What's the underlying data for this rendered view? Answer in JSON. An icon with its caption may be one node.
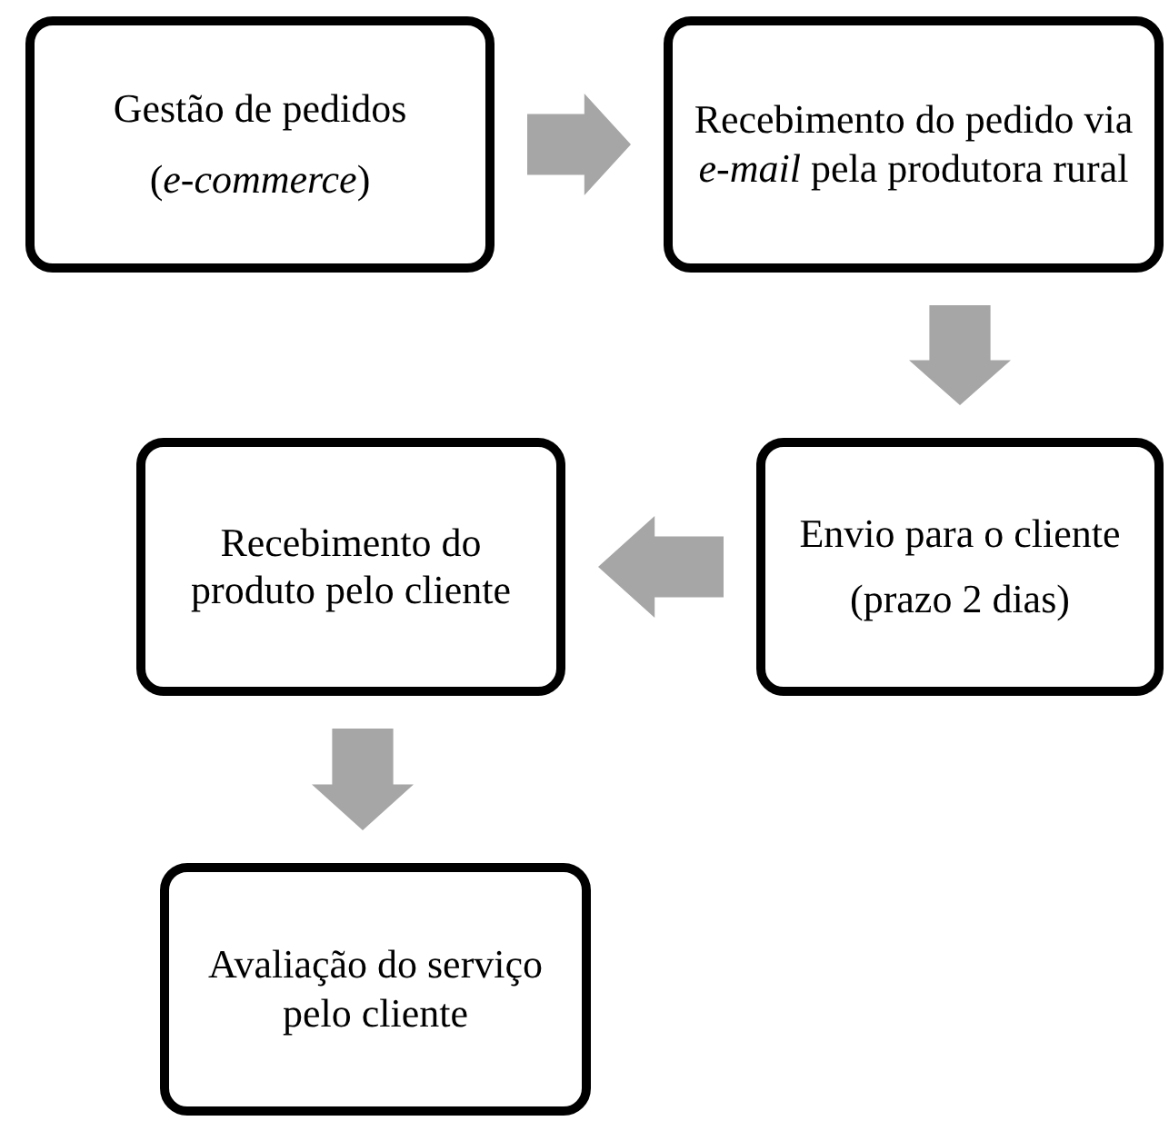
{
  "diagram": {
    "nodes": [
      {
        "text": [
          "Gestão de pedidos",
          "(*e-commerce*)"
        ]
      },
      {
        "text": [
          "Recebimento do pedido via *e-mail* pela produtora rural"
        ]
      },
      {
        "text": [
          "Envio para o cliente",
          "(prazo 2 dias)"
        ]
      },
      {
        "text": [
          "Recebimento do produto pelo cliente"
        ]
      },
      {
        "text": [
          "Avaliação do serviço pelo cliente"
        ]
      }
    ],
    "edges": [
      {
        "from": 0,
        "to": 1,
        "arrow": "to"
      },
      {
        "from": 1,
        "to": 2,
        "arrow": "to"
      },
      {
        "from": 2,
        "to": 3,
        "arrow": "to"
      },
      {
        "from": 3,
        "to": 4,
        "arrow": "to"
      }
    ]
  }
}
